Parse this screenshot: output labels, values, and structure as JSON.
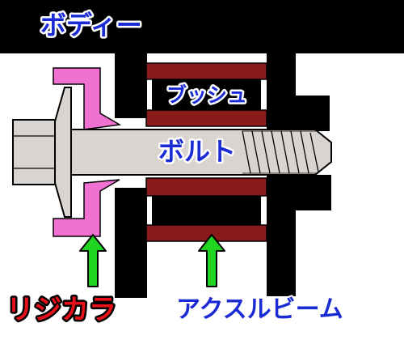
{
  "labels": {
    "body": "ボディー",
    "bush": "ブッシュ",
    "bolt": "ボルト",
    "collar": "リジカラ",
    "axle_beam": "アクスルビーム"
  },
  "colors": {
    "body_text": "#1a2bd6",
    "collar_text": "#e8101a",
    "collar_fill": "#f071d2",
    "bush_band": "#8b1a1a",
    "bolt_fill": "#d9d4cf",
    "arrow": "#1fd51f",
    "structure": "#000000"
  }
}
